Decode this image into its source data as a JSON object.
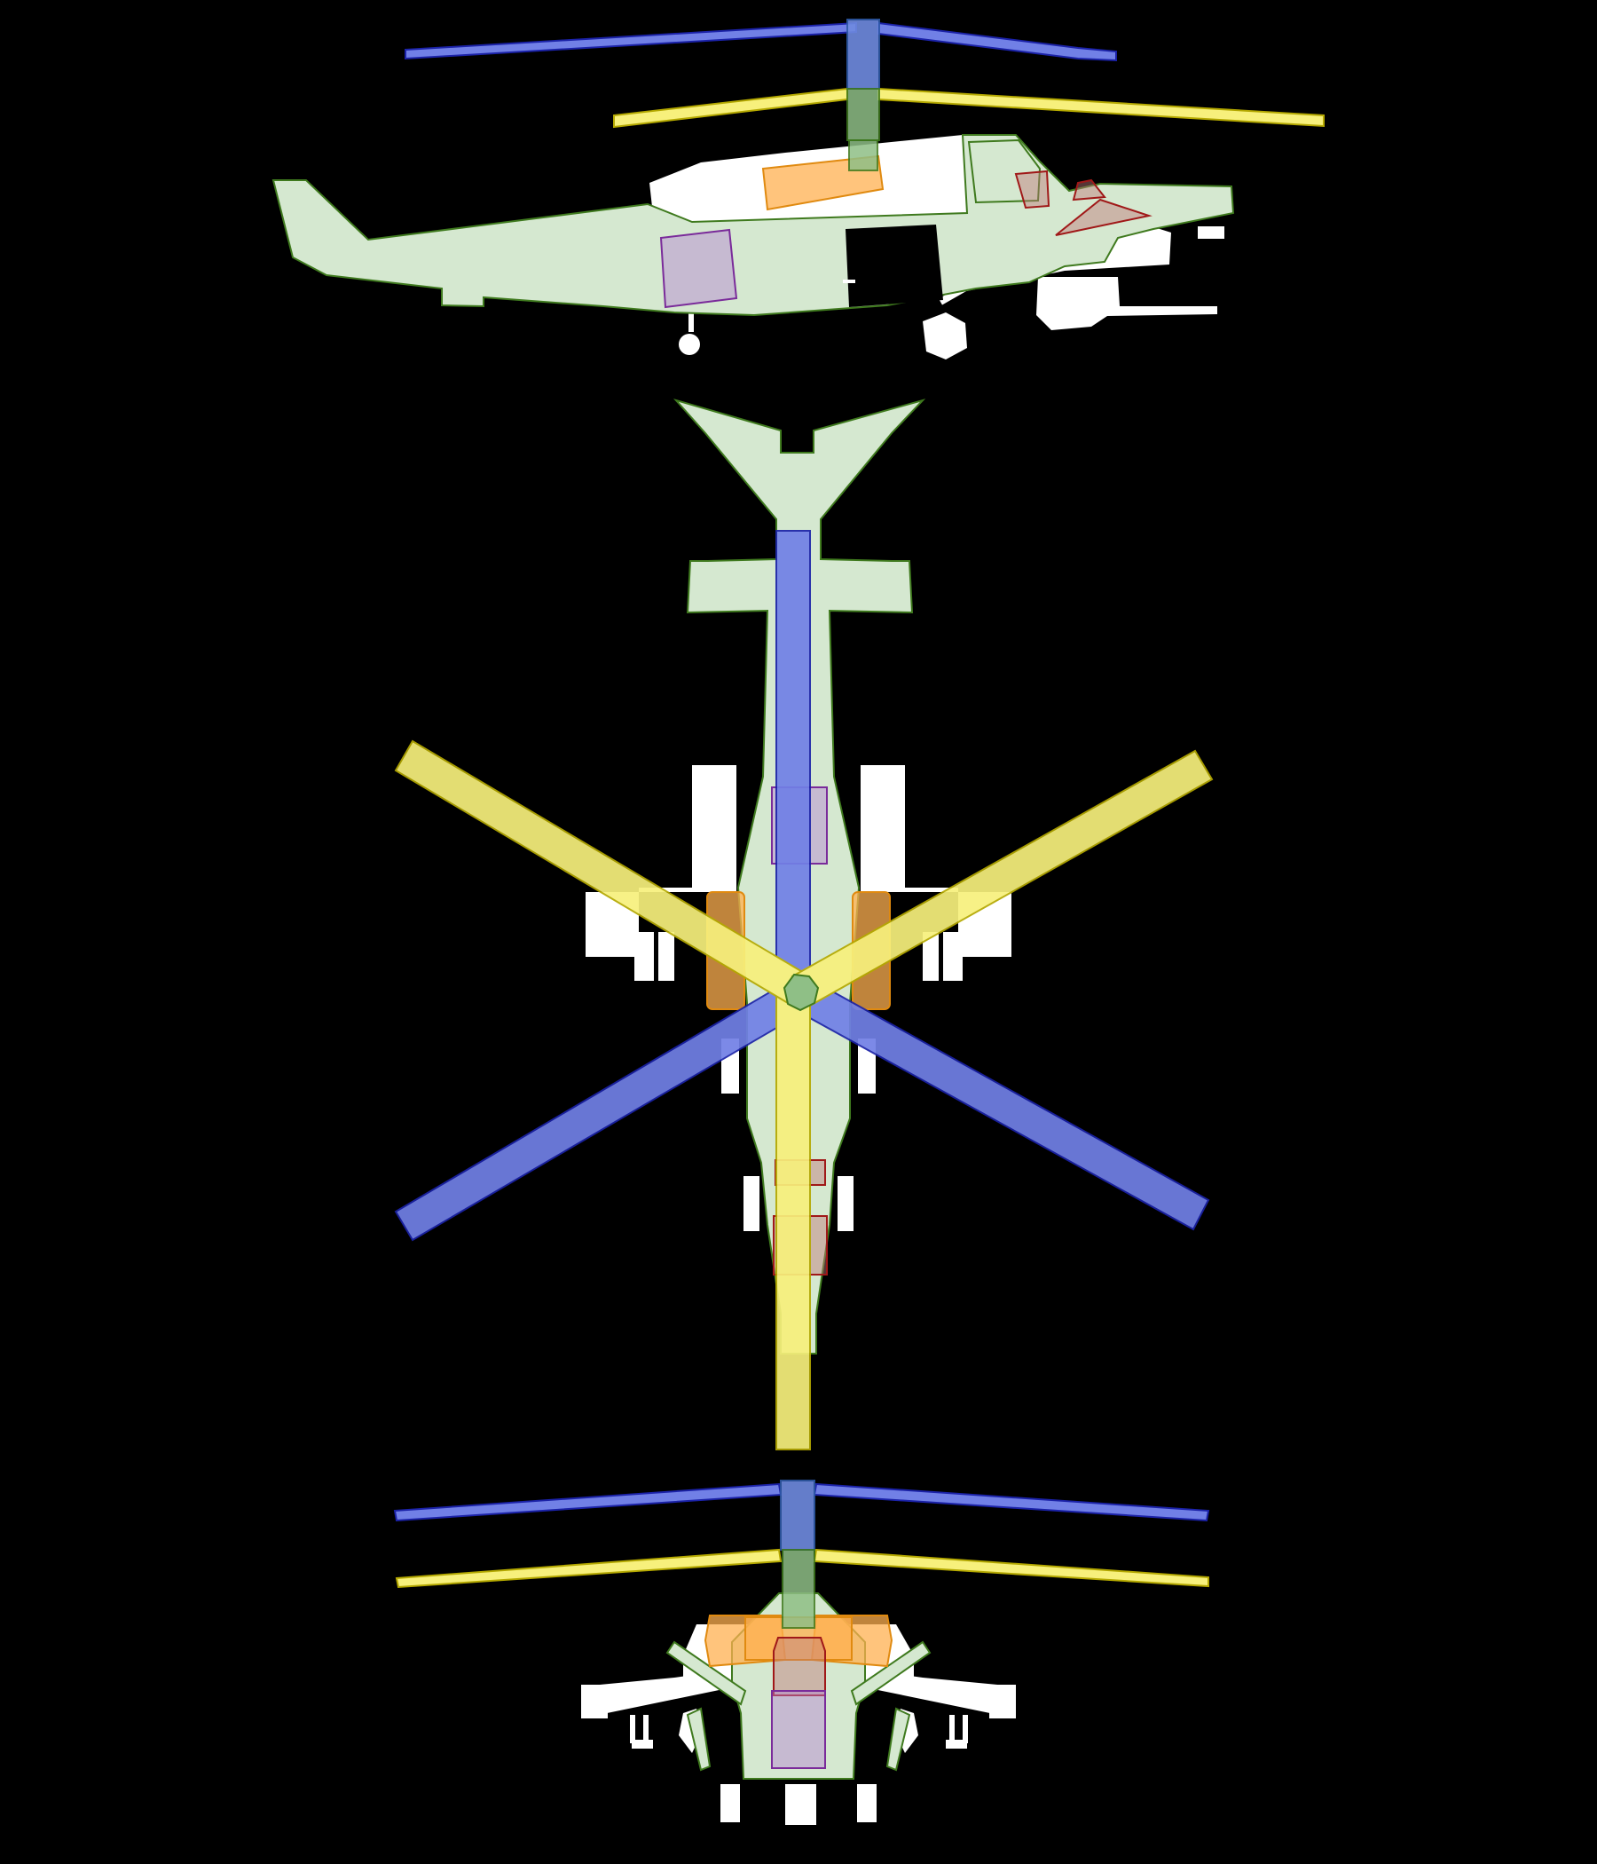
{
  "figure": {
    "views": [
      "side-view",
      "top-view",
      "front-view"
    ],
    "background_color": "#000000",
    "colors": {
      "fuselage": "#d5e8d0",
      "fuselage_outline": "#3f7a1e",
      "upper_rotor": "#7180e6",
      "lower_rotor": "#f7f07c",
      "engine": "#ffb050",
      "fuel_tank": "#b482d2",
      "crew": "#be7878",
      "equipment": "#ffffff"
    }
  }
}
